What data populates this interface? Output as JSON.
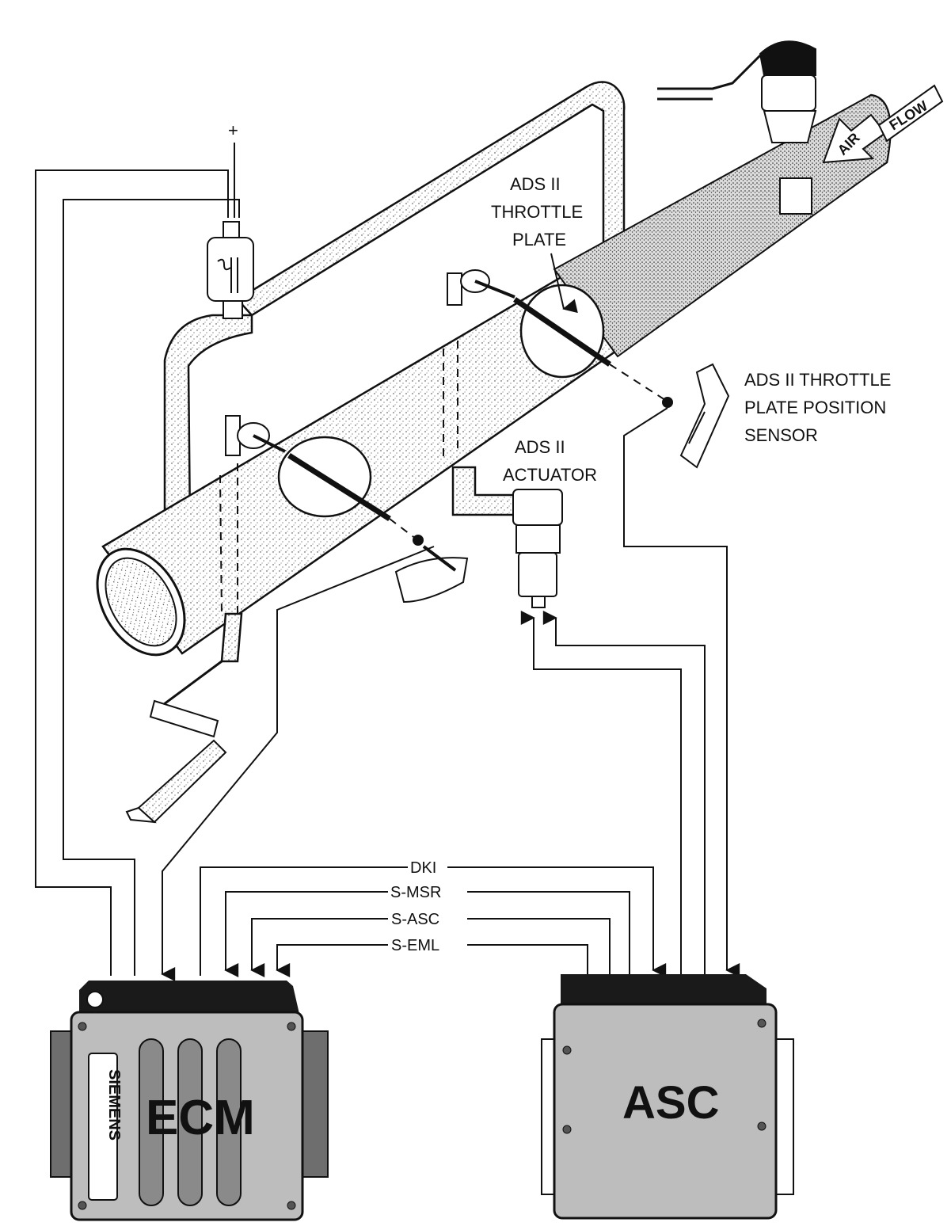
{
  "labels": {
    "flow": "FLOW",
    "air": "AIR",
    "plus": "+",
    "ads_throttle_plate": [
      "ADS II",
      "THROTTLE",
      "PLATE"
    ],
    "ads_position_sensor": [
      "ADS II THROTTLE",
      "PLATE POSITION",
      "SENSOR"
    ],
    "ads_actuator": [
      "ADS II",
      "ACTUATOR"
    ]
  },
  "signals": [
    "DKI",
    "S-MSR",
    "S-ASC",
    "S-EML"
  ],
  "modules": {
    "ecm": {
      "label": "ECM",
      "brand": "SIEMENS"
    },
    "asc": {
      "label": "ASC"
    }
  },
  "colors": {
    "line": "#111111",
    "module_body": "#bdbdbd",
    "module_dark": "#1a1a1a",
    "ecm_slot": "#8a8a8a"
  }
}
